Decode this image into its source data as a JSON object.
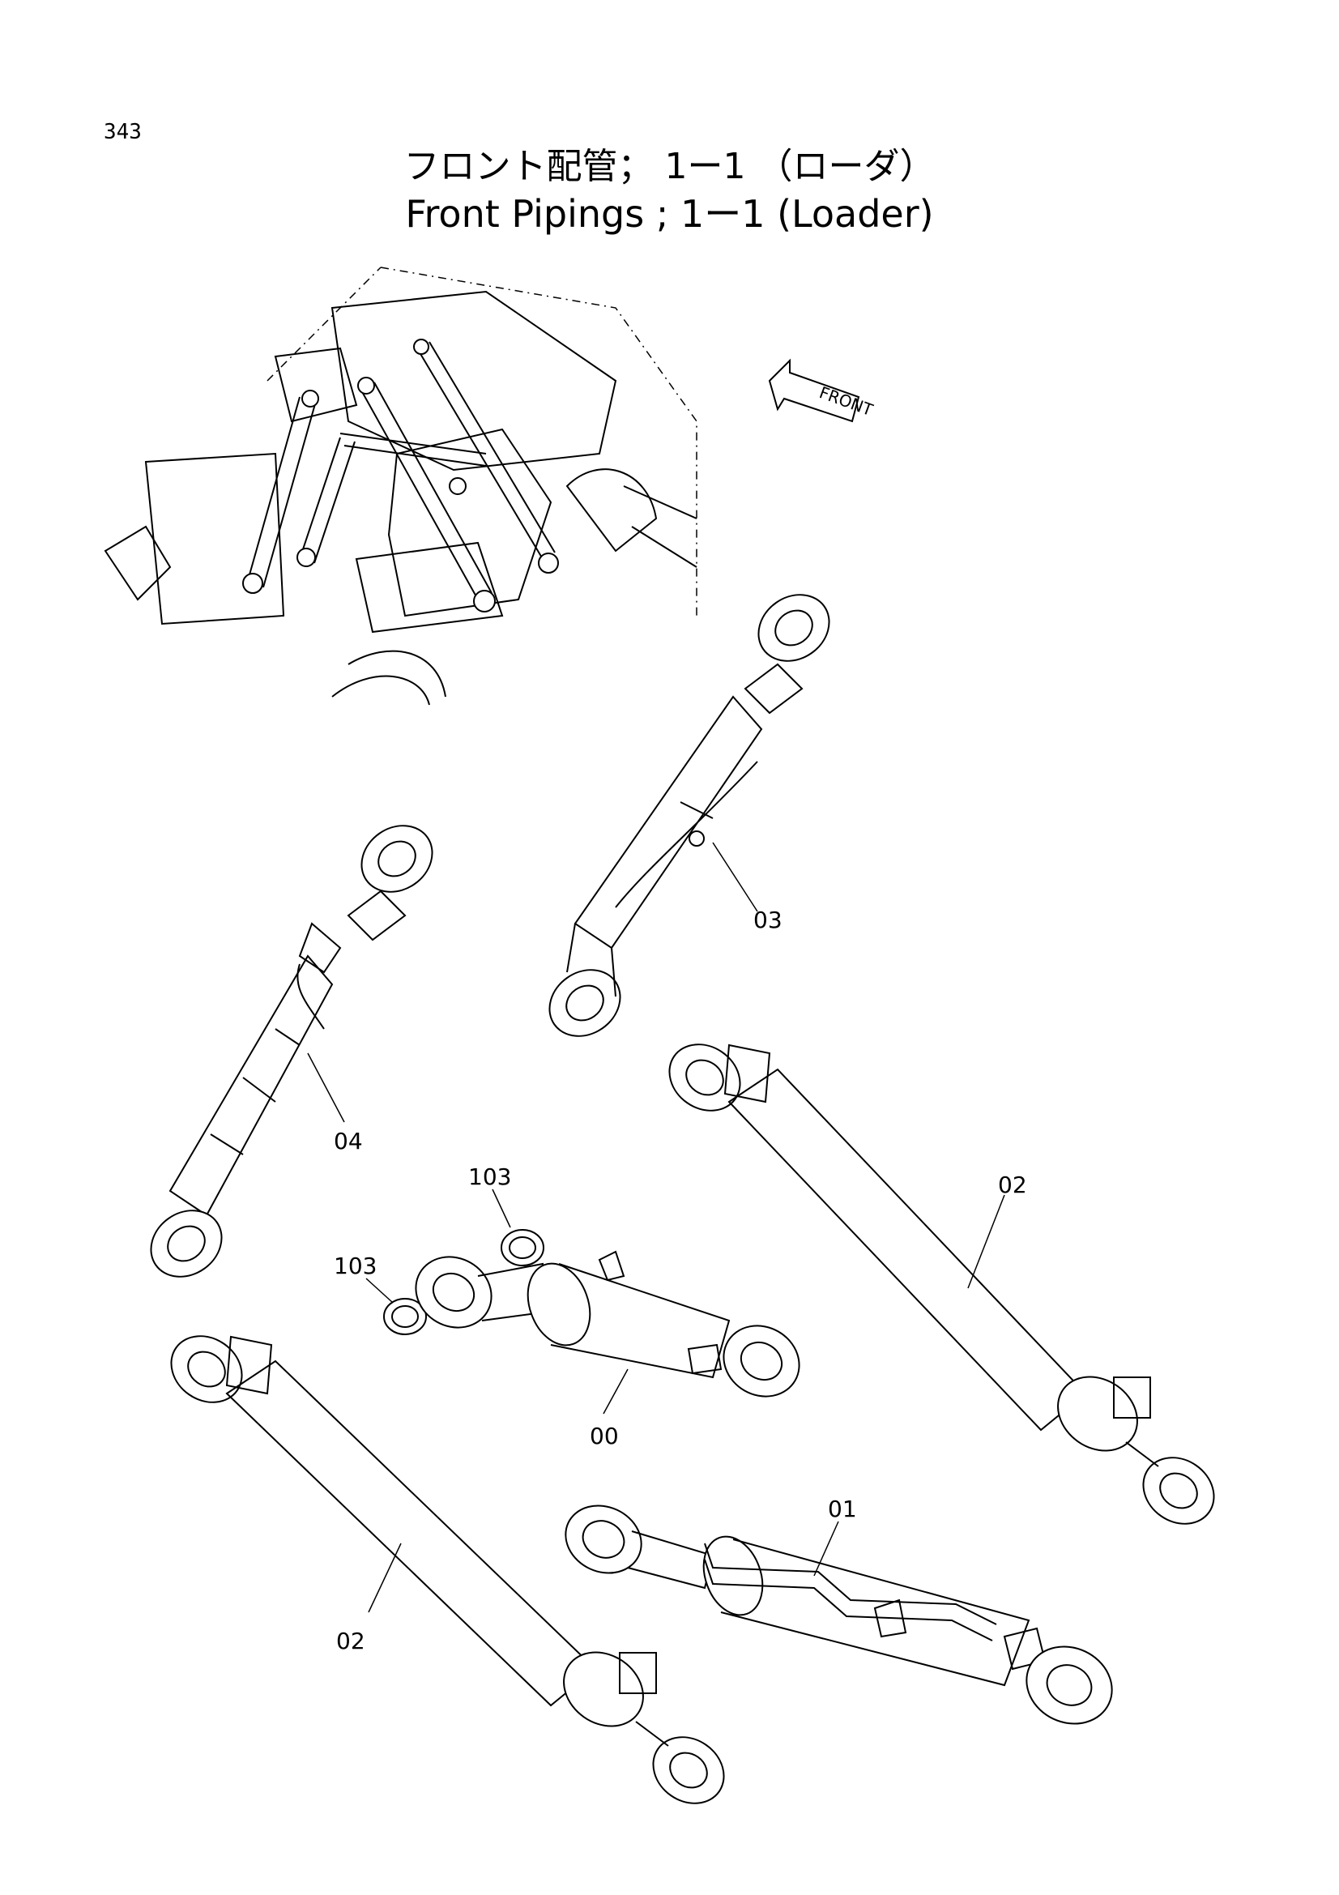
{
  "page": {
    "number": "343"
  },
  "title": {
    "japanese": "フロント配管； 1ー1 （ローダ）",
    "english": "Front Pipings ; 1ー1 (Loader)"
  },
  "overview": {
    "direction_label": "FRONT"
  },
  "callouts": {
    "c03": "03",
    "c04": "04",
    "c02a": "02",
    "c103a": "103",
    "c103b": "103",
    "c00": "00",
    "c02b": "02",
    "c01": "01"
  }
}
